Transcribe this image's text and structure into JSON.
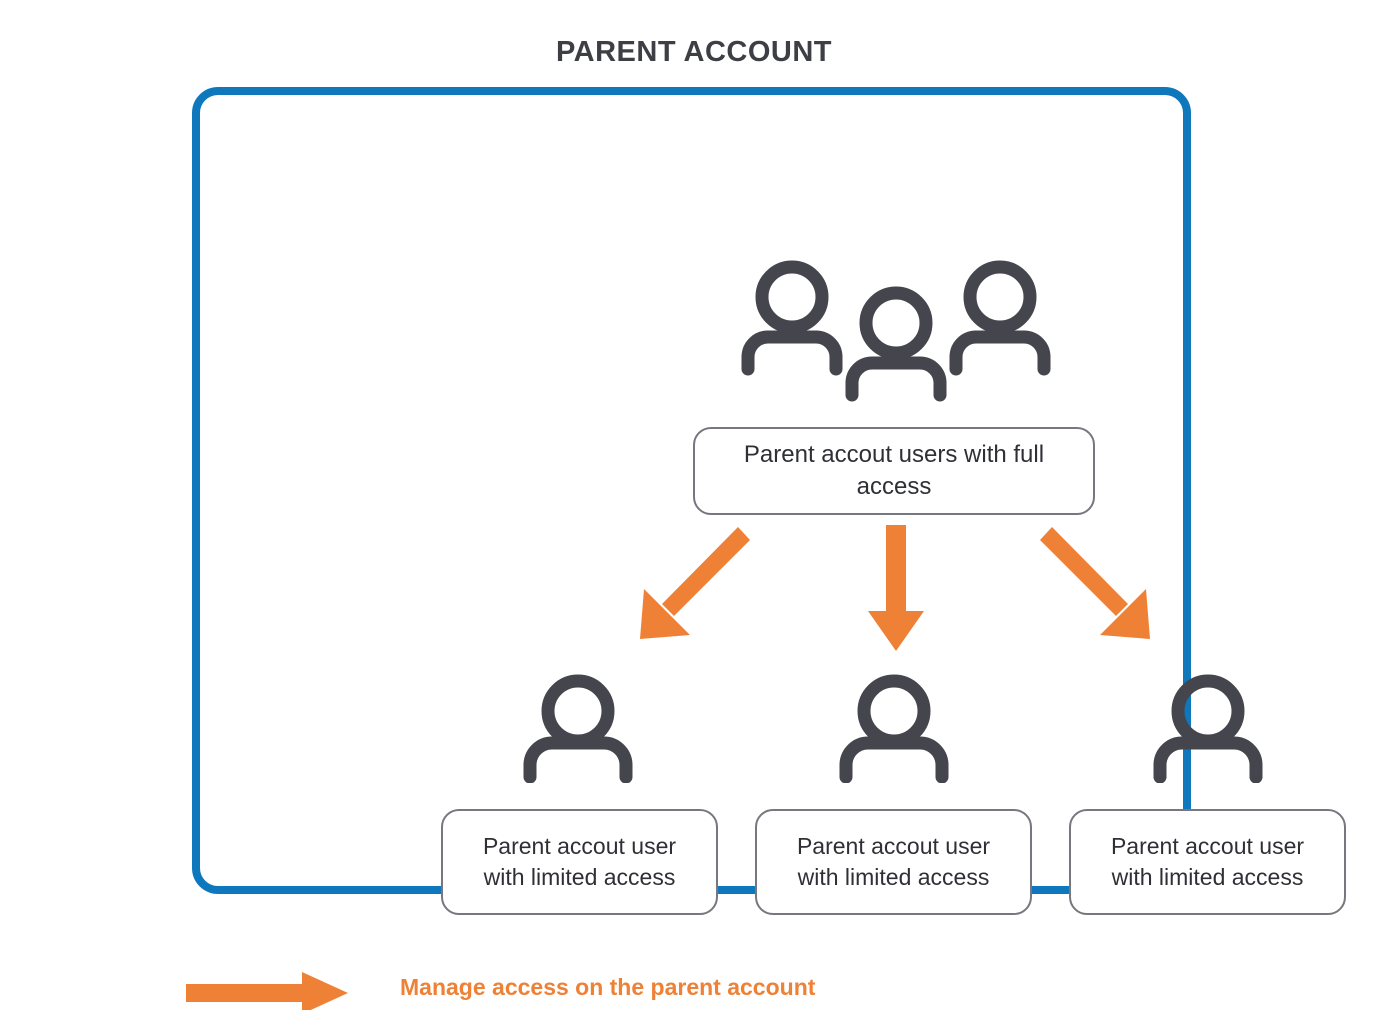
{
  "title": "PARENT ACCOUNT",
  "colors": {
    "container_border": "#0f78bd",
    "arrow": "#ef8136",
    "icon": "#45464d",
    "box_border": "#77777f",
    "title_text": "#3d3f45",
    "legend_text": "#ef8136"
  },
  "container": {
    "top_node": {
      "icon": "group-of-three-people-icon",
      "label": "Parent accout users with full access"
    },
    "children": [
      {
        "icon": "person-icon",
        "label_line1": "Parent accout user",
        "label_line2": "with limited access"
      },
      {
        "icon": "person-icon",
        "label_line1": "Parent accout user",
        "label_line2": "with limited access"
      },
      {
        "icon": "person-icon",
        "label_line1": "Parent accout user",
        "label_line2": "with limited access"
      }
    ],
    "arrows": [
      {
        "name": "arrow-down-left-icon",
        "direction": "down-left"
      },
      {
        "name": "arrow-down-icon",
        "direction": "down"
      },
      {
        "name": "arrow-down-right-icon",
        "direction": "down-right"
      }
    ]
  },
  "legend": {
    "icon": "arrow-right-icon",
    "label": "Manage access on the parent account"
  }
}
